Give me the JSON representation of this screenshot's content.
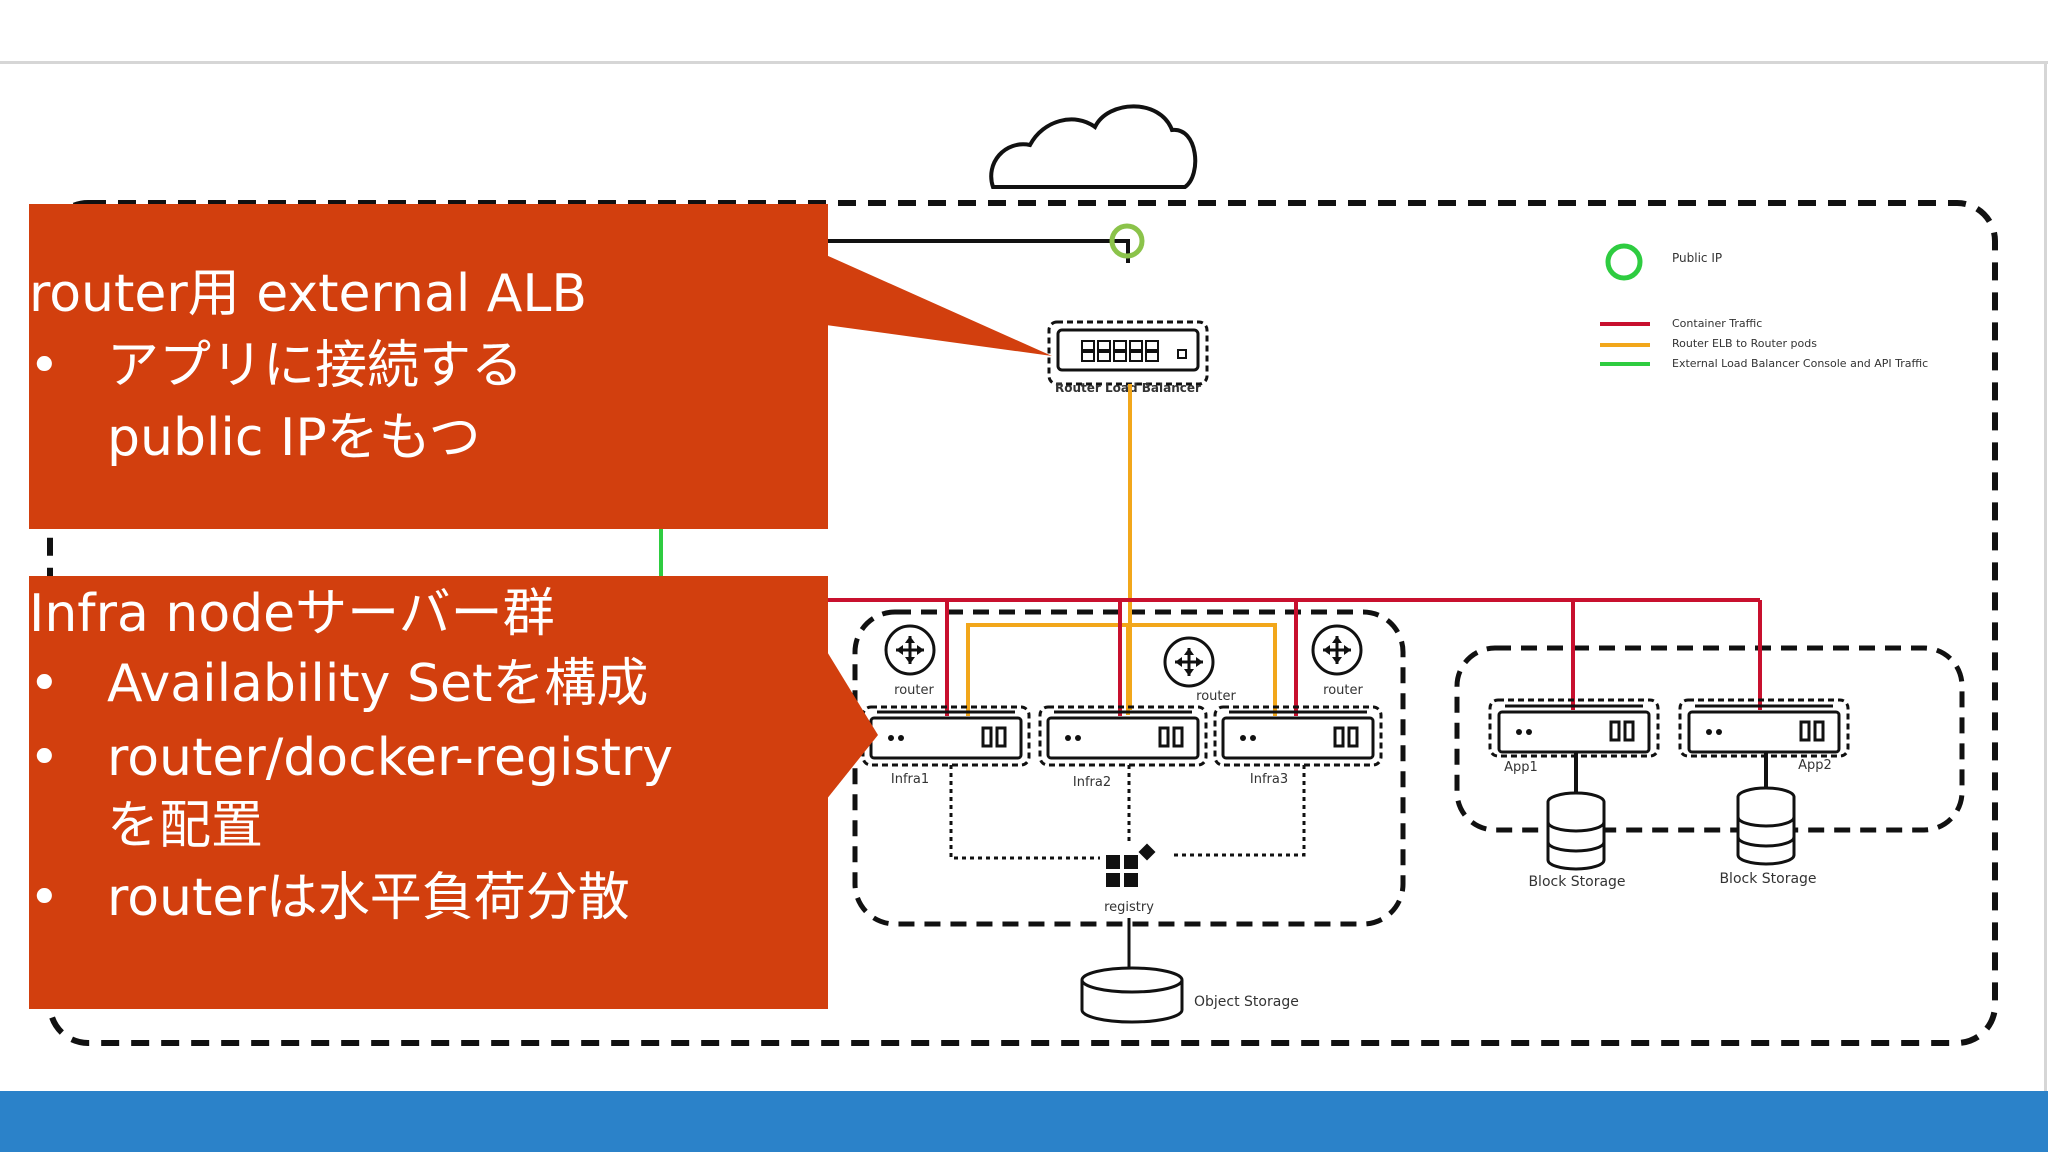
{
  "diagram": {
    "labels": {
      "router_lb": "Router Load Balancer",
      "router_1": "router",
      "router_2": "router",
      "router_3": "router",
      "infra1": "Infra1",
      "infra2": "Infra2",
      "infra3": "Infra3",
      "app1": "App1",
      "app2": "App2",
      "block_storage_1": "Block Storage",
      "block_storage_2": "Block Storage",
      "registry": "registry",
      "object_storage": "Object Storage"
    },
    "legend": {
      "public_ip": "Public IP",
      "items": [
        {
          "label": "Container Traffic",
          "color": "#c8102e"
        },
        {
          "label": "Router ELB to Router pods",
          "color": "#f2a71b"
        },
        {
          "label": "External Load Balancer Console and API Traffic",
          "color": "#2ecc40"
        }
      ]
    },
    "colors": {
      "container_traffic": "#c8102e",
      "router_traffic": "#f2a71b",
      "api_traffic": "#2ecc40",
      "callout_fill": "#d23f0e",
      "bottom_bar": "#2b82c9"
    }
  },
  "callout_alb": {
    "title": "router用 external ALB",
    "bullet": "•",
    "items": [
      "アプリに接続する",
      "public IPをもつ"
    ]
  },
  "callout_infra": {
    "title": "Infra nodeサーバー群",
    "bullet": "•",
    "items": [
      "Availability Setを構成",
      "router/docker-registry",
      "を配置",
      "routerは水平負荷分散"
    ]
  }
}
